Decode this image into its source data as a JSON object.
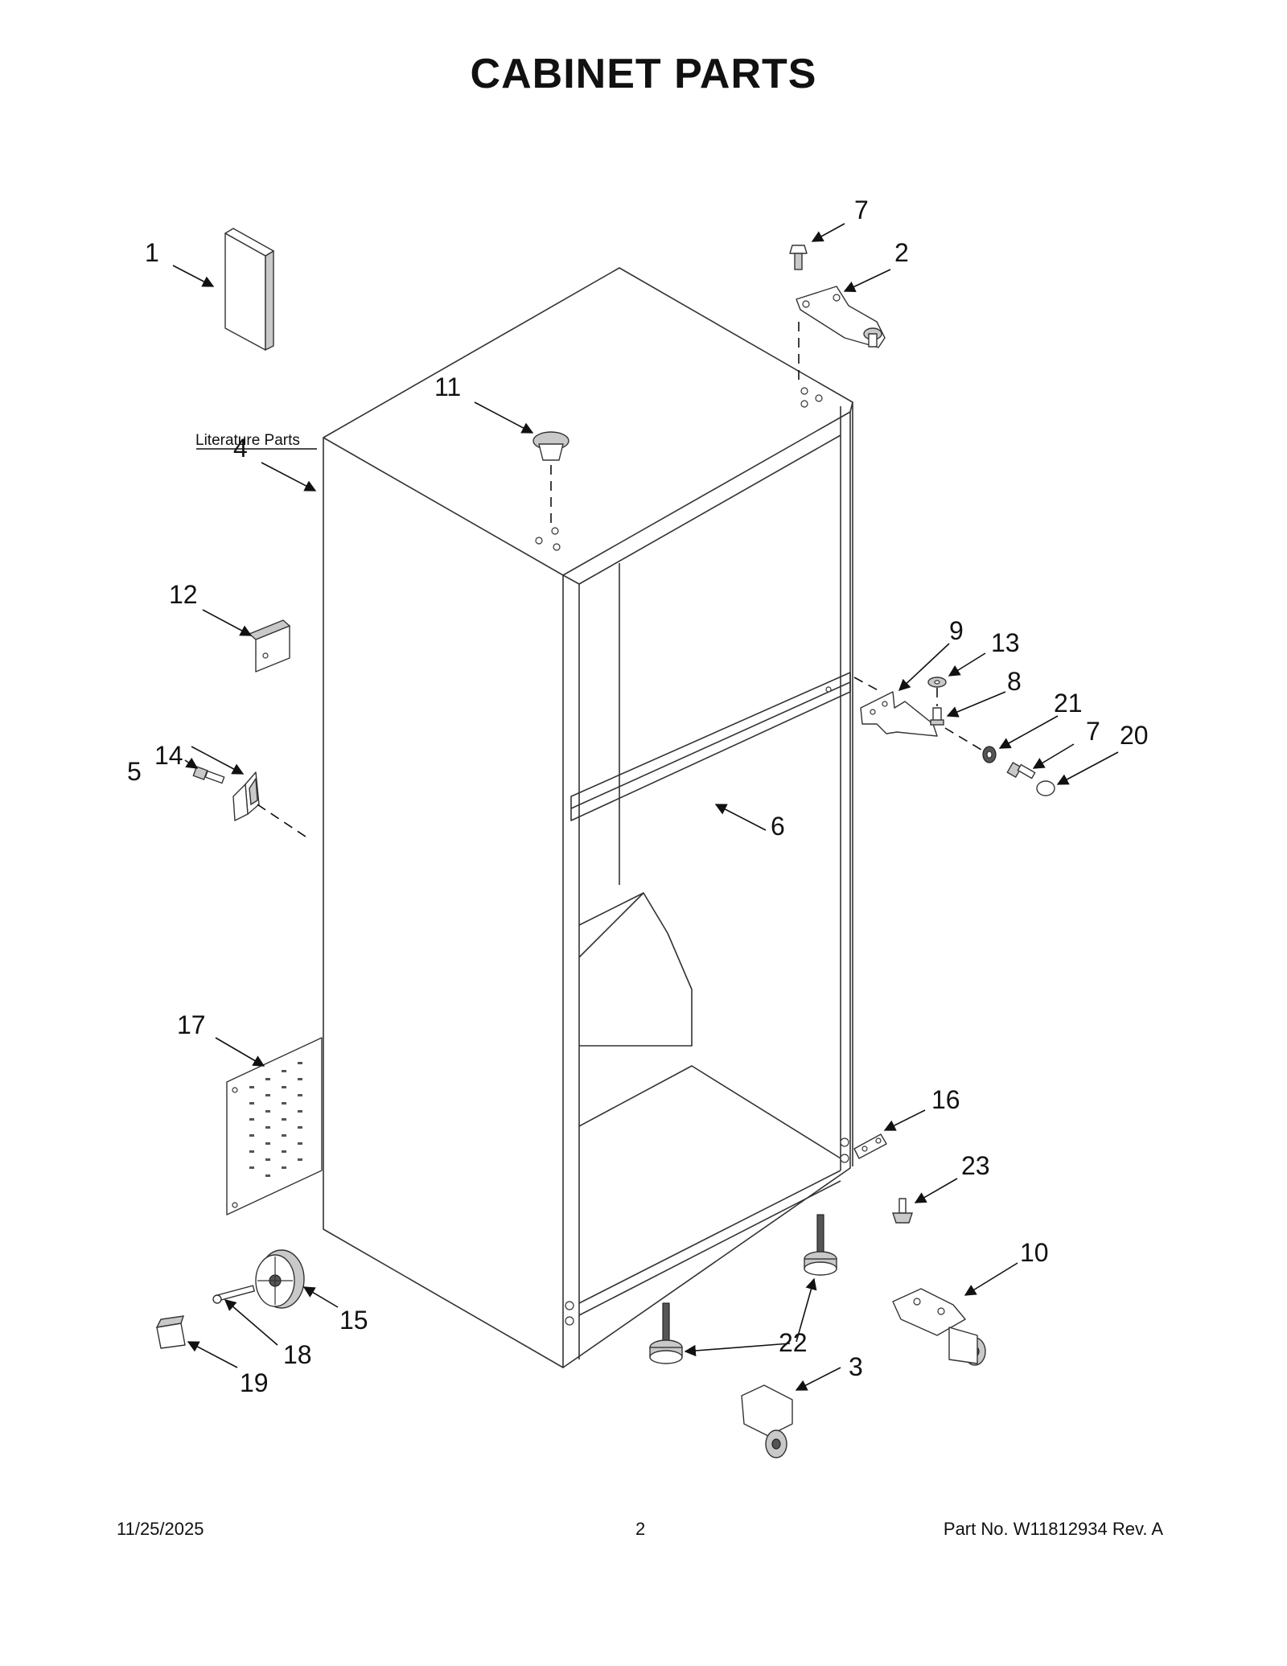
{
  "title": "CABINET PARTS",
  "literature_label": "Literature Parts",
  "callouts": {
    "c1": "1",
    "c2": "2",
    "c3": "3",
    "c4": "4",
    "c5": "5",
    "c6": "6",
    "c7a": "7",
    "c7b": "7",
    "c8": "8",
    "c9": "9",
    "c10": "10",
    "c11": "11",
    "c12": "12",
    "c13": "13",
    "c14": "14",
    "c15": "15",
    "c16": "16",
    "c17": "17",
    "c18": "18",
    "c19": "19",
    "c20": "20",
    "c21": "21",
    "c22": "22",
    "c23": "23"
  },
  "footer": {
    "date": "11/25/2025",
    "page": "2",
    "part": "Part No.  W11812934   Rev.  A"
  }
}
